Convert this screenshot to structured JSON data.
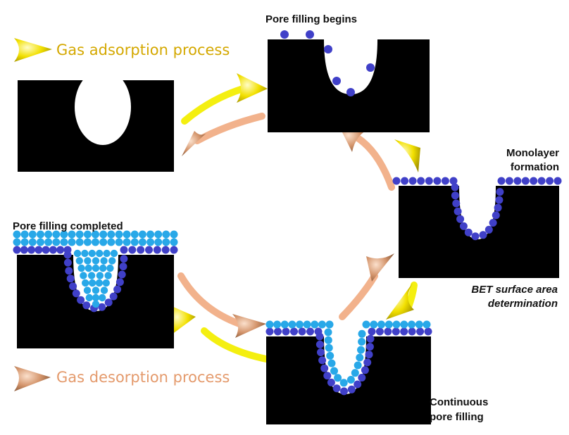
{
  "legend": {
    "adsorption": "Gas adsorption process",
    "desorption": "Gas desorption process"
  },
  "labels": {
    "pore_filling_begins": "Pore filling begins",
    "monolayer_line1": "Monolayer",
    "monolayer_line2": "formation",
    "bet_line1": "BET surface area",
    "bet_line2": "determination",
    "continuous_line1": "Continuous",
    "continuous_line2": "pore filling",
    "pore_filling_completed": "Pore filling completed"
  },
  "colors": {
    "adsorption_arrow": "#f4ef10",
    "adsorption_text": "#d4a800",
    "desorption_arrow": "#f2b28c",
    "desorption_text": "#e49a6c",
    "adsorbed_molecule": "#4040c8",
    "pore_fill_molecule": "#28a8e8",
    "solid": "#000000"
  }
}
